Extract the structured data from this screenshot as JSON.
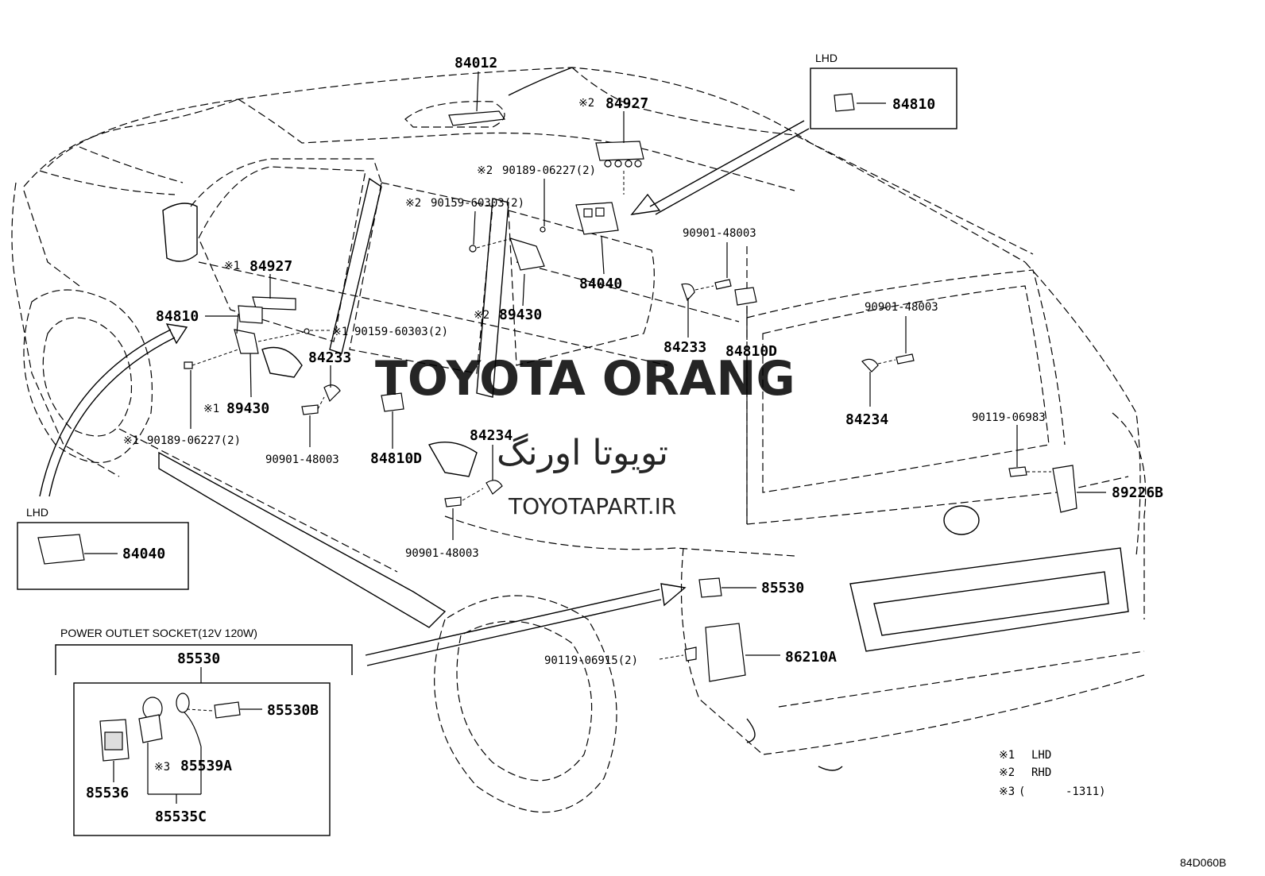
{
  "watermark": {
    "brand": "TOYOTA ORANG",
    "persian": "تویوتا اورنگ",
    "site": "TOYOTAPART.IR",
    "color": "#f2a8b0"
  },
  "labels": {
    "p84012": "84012",
    "p84927_r": "84927",
    "p84927_r_mark": "※2",
    "p90189_r": "90189-06227(2)",
    "p90189_r_mark": "※2",
    "p90159_r": "90159-60303(2)",
    "p90159_r_mark": "※2",
    "p84040": "84040",
    "p89430_r": "89430",
    "p89430_r_mark": "※2",
    "p90901_a": "90901-48003",
    "p84233_r": "84233",
    "p84810D_r": "84810D",
    "p90901_b": "90901-48003",
    "p84234_r": "84234",
    "p90119_06983": "90119-06983",
    "p89226B": "89226B",
    "p84927_l": "84927",
    "p84927_l_mark": "※1",
    "p84810_l": "84810",
    "p90159_l": "90159-60303(2)",
    "p90159_l_mark": "※1",
    "p84233_l": "84233",
    "p89430_l": "89430",
    "p89430_l_mark": "※1",
    "p90189_l": "90189-06227(2)",
    "p90189_l_mark": "※1",
    "p90901_c": "90901-48003",
    "p84810D_l": "84810D",
    "p84234_l": "84234",
    "p90901_d": "90901-48003",
    "p85530_main": "85530",
    "p90119_06915": "90119-06915(2)",
    "p86210A": "86210A",
    "diagram_code": "84D060B"
  },
  "lhd_box_top": {
    "title": "LHD",
    "part": "84810"
  },
  "lhd_box_left": {
    "title": "LHD",
    "part": "84040"
  },
  "power_outlet": {
    "title": "POWER OUTLET SOCKET(12V 120W)",
    "assembly": "85530",
    "p85530B": "85530B",
    "p85539A": "85539A",
    "p85539A_mark": "※3",
    "p85536": "85536",
    "p85535C": "85535C"
  },
  "legend": [
    {
      "mark": "※1",
      "text": "LHD"
    },
    {
      "mark": "※2",
      "text": "RHD"
    },
    {
      "mark": "※3",
      "text": "(      -1311)"
    }
  ]
}
